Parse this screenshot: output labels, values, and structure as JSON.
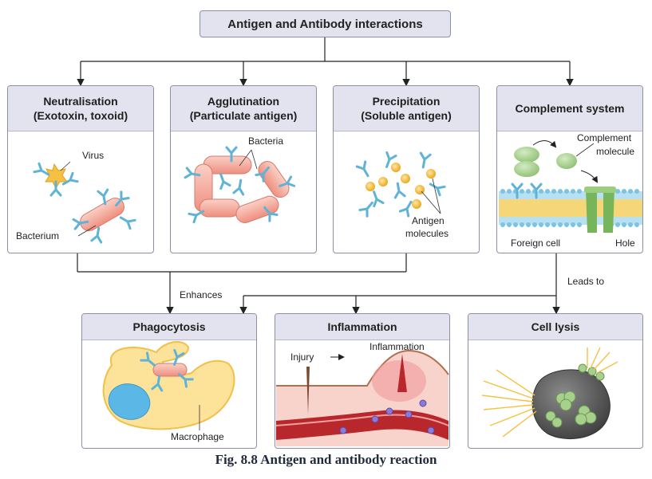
{
  "title": "Antigen and Antibody interactions",
  "top_boxes": [
    {
      "line1": "Neutralisation",
      "line2": "(Exotoxin, toxoid)",
      "labels": [
        "Virus",
        "Bacterium"
      ]
    },
    {
      "line1": "Agglutination",
      "line2": "(Particulate antigen)",
      "labels": [
        "Bacteria"
      ]
    },
    {
      "line1": "Precipitation",
      "line2": "(Soluble antigen)",
      "labels": [
        "Antigen",
        "molecules"
      ]
    },
    {
      "line1": "Complement system",
      "line2": "",
      "labels": [
        "Complement",
        "molecule",
        "Foreign cell",
        "Hole"
      ]
    }
  ],
  "bottom_boxes": [
    {
      "title": "Phagocytosis",
      "labels": [
        "Macrophage"
      ]
    },
    {
      "title": "Inflammation",
      "labels": [
        "Injury",
        "Inflammation"
      ]
    },
    {
      "title": "Cell lysis",
      "labels": []
    }
  ],
  "connectors": {
    "enhances": "Enhances",
    "leads_to": "Leads to"
  },
  "caption": "Fig. 8.8 Antigen and antibody reaction",
  "colors": {
    "header_fill": "#e3e3f0",
    "box_border": "#8d8ea8",
    "antibody": "#5fb3d6",
    "bacterium": "#f4a79a",
    "antigen": "#f6c143",
    "complement": "#a8d08d",
    "macrophage": "#fde39a",
    "lysed_cell": "#6b6b6b"
  }
}
